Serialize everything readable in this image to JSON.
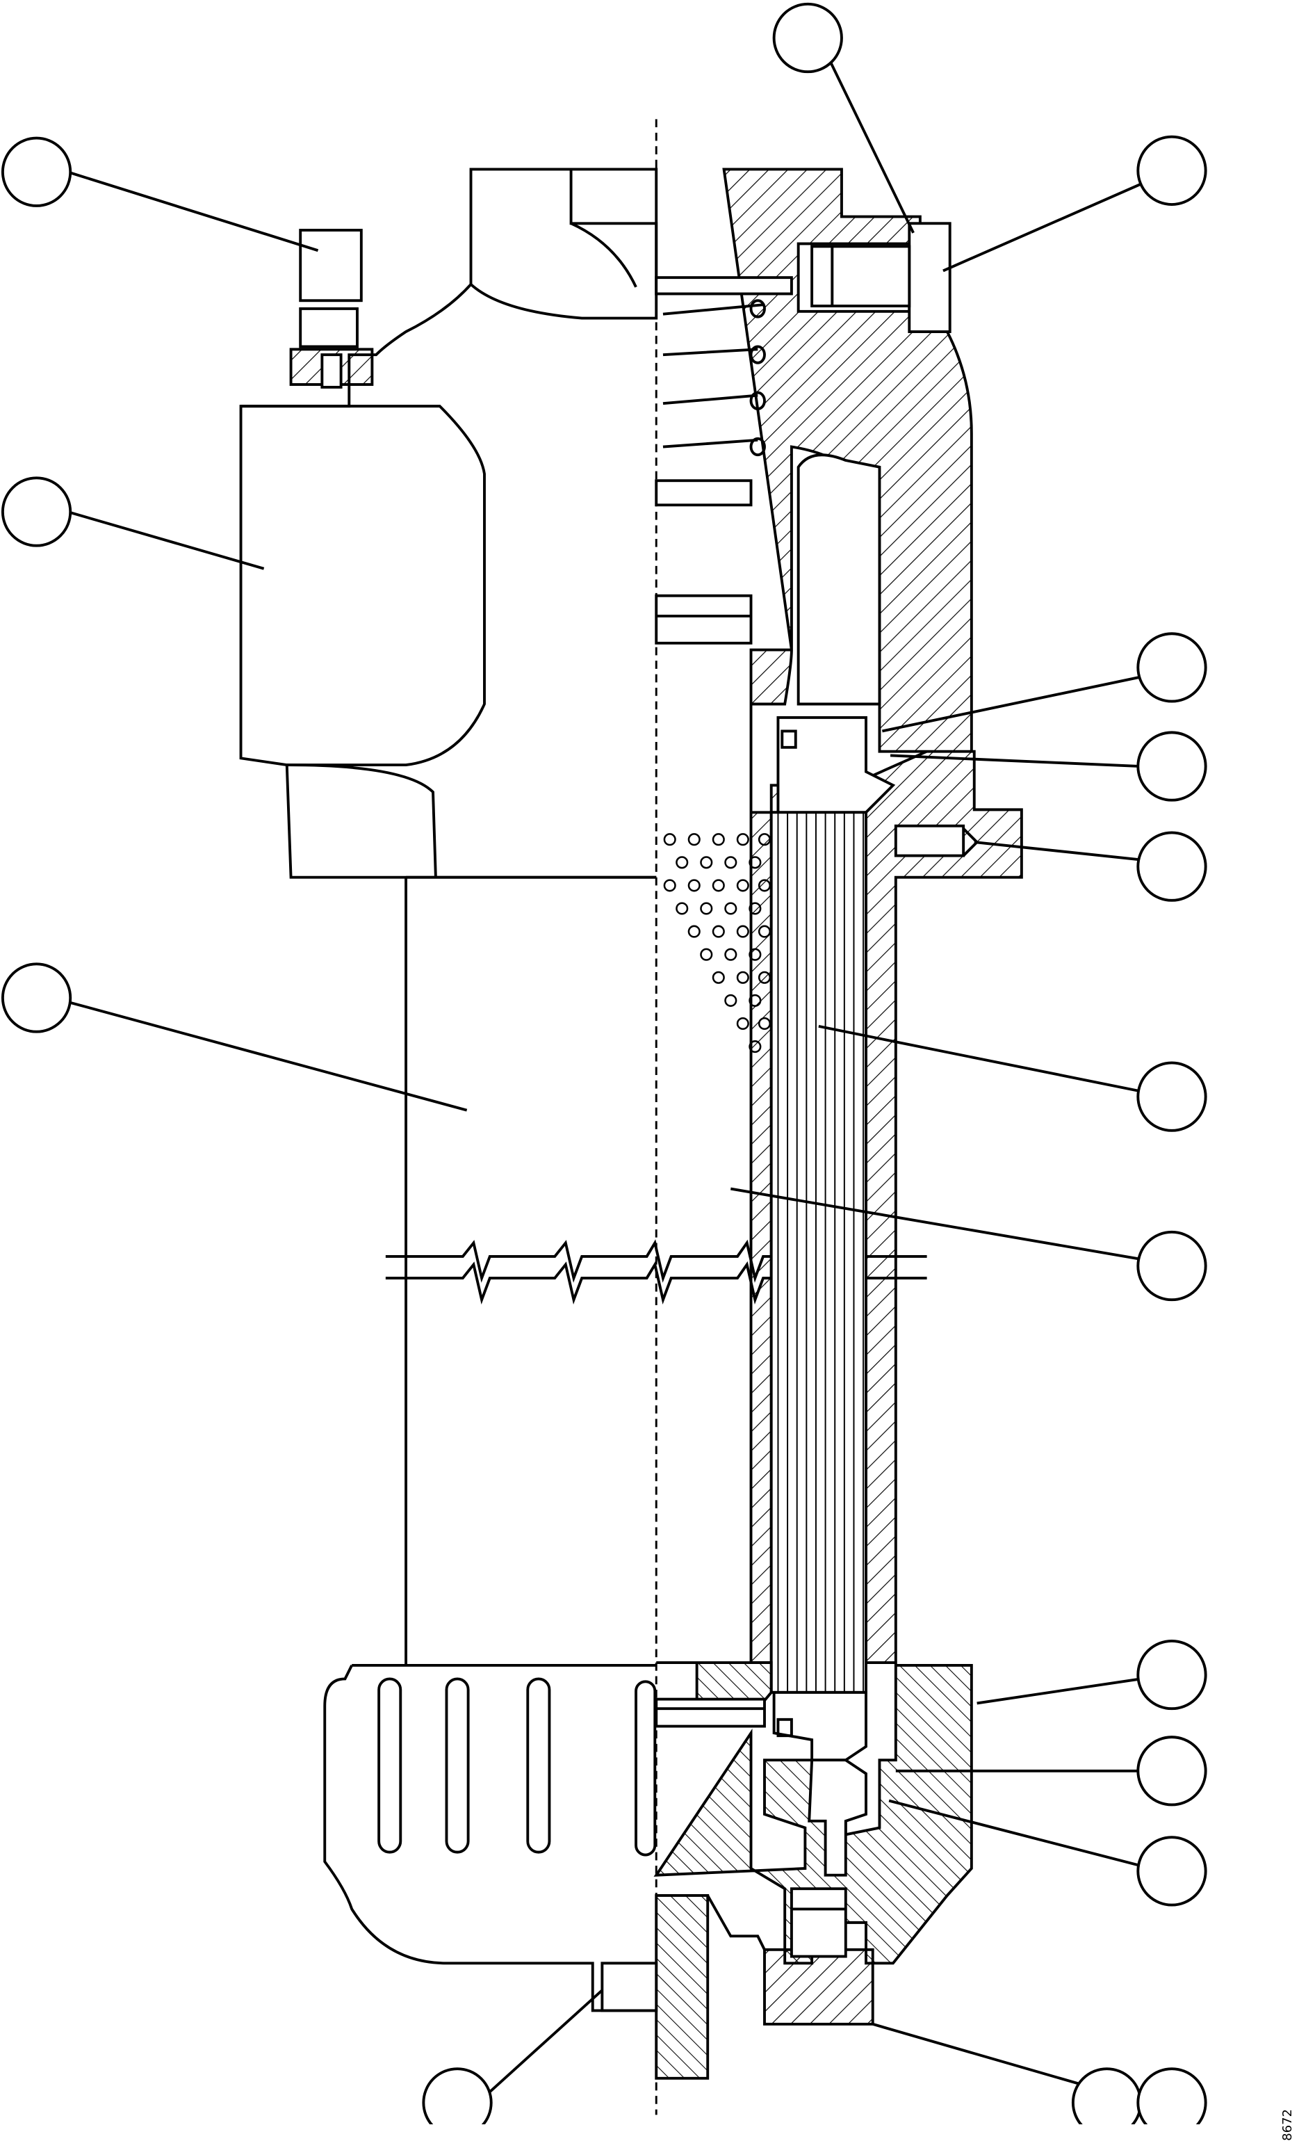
{
  "figure": {
    "reference_code": "8672",
    "callouts": [
      {
        "id": "valve-vent",
        "label": ""
      },
      {
        "id": "cap-screw",
        "label": ""
      },
      {
        "id": "head-body",
        "label": ""
      },
      {
        "id": "seal-upper-a",
        "label": ""
      },
      {
        "id": "seal-upper-b",
        "label": ""
      },
      {
        "id": "port-plug",
        "label": ""
      },
      {
        "id": "housing",
        "label": ""
      },
      {
        "id": "filter-element",
        "label": ""
      },
      {
        "id": "element-core",
        "label": ""
      },
      {
        "id": "bowl-clip",
        "label": ""
      },
      {
        "id": "seal-lower-a",
        "label": ""
      },
      {
        "id": "seal-lower-b",
        "label": ""
      },
      {
        "id": "drain-plug",
        "label": ""
      },
      {
        "id": "drain-plug-seal",
        "label": ""
      },
      {
        "id": "bowl-bottom-fitting",
        "label": ""
      }
    ]
  }
}
